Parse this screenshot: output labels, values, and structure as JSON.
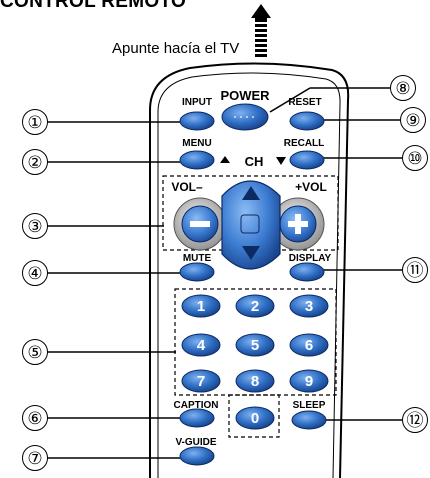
{
  "header": {
    "title": "CONTROL REMOTO",
    "pointing_hint": "Apunte hacía el TV"
  },
  "colors": {
    "button_blue": "#2f6fc4",
    "button_dark": "#163e86",
    "remote_outline": "#000000"
  },
  "remote": {
    "buttons": {
      "input": "INPUT",
      "power": "POWER",
      "reset": "RESET",
      "menu": "MENU",
      "recall": "RECALL",
      "ch": "CH",
      "vol_minus": "VOL–",
      "vol_plus": "+VOL",
      "mute": "MUTE",
      "display": "DISPLAY",
      "caption": "CAPTION",
      "sleep": "SLEEP",
      "vguide": "V-GUIDE"
    },
    "digits": [
      "1",
      "2",
      "3",
      "4",
      "5",
      "6",
      "7",
      "8",
      "9",
      "0"
    ]
  },
  "callouts": [
    "①",
    "②",
    "③",
    "④",
    "⑤",
    "⑥",
    "⑦",
    "⑧",
    "⑨",
    "⑩",
    "⑪",
    "⑫"
  ]
}
